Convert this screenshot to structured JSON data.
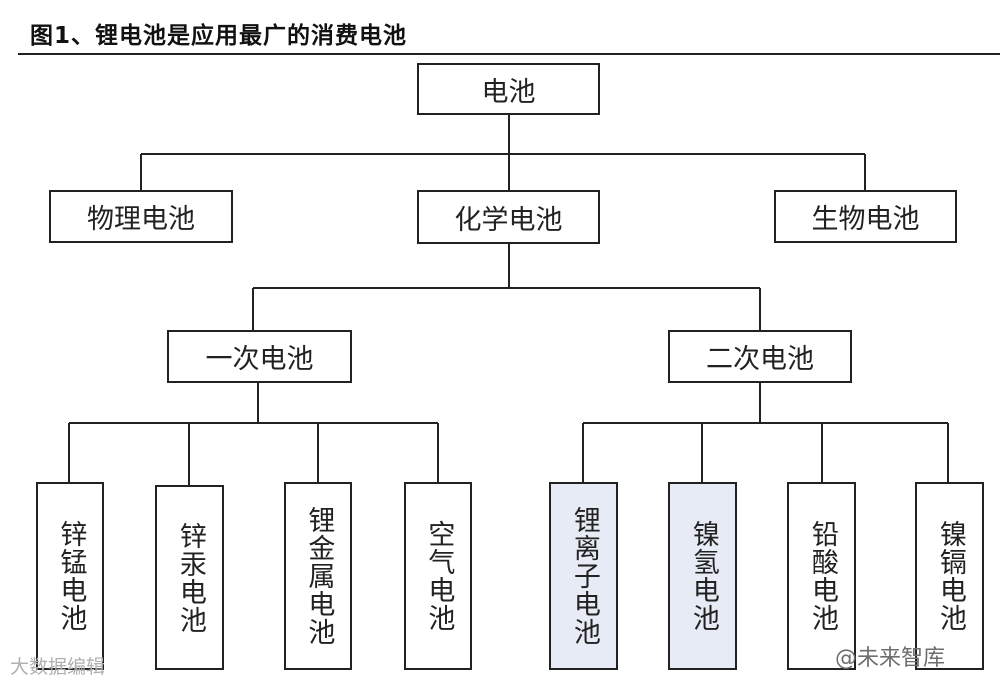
{
  "title": "图1、锂电池是应用最广的消费电池",
  "nodes": {
    "root": "电池",
    "physical": "物理电池",
    "chemical": "化学电池",
    "biological": "生物电池",
    "primary": "一次电池",
    "secondary": "二次电池",
    "zn_mn": "锌锰电池",
    "zn_hg": "锌汞电池",
    "li_metal": "锂金属电池",
    "air": "空气电池",
    "li_ion": "锂离子电池",
    "ni_mh": "镍氢电池",
    "lead_acid": "铅酸电池",
    "ni_cd": "镍镉电池"
  },
  "highlight_color": "#e6ebf5",
  "watermarks": {
    "left": "大数据编辑",
    "right": "@未来智库"
  }
}
